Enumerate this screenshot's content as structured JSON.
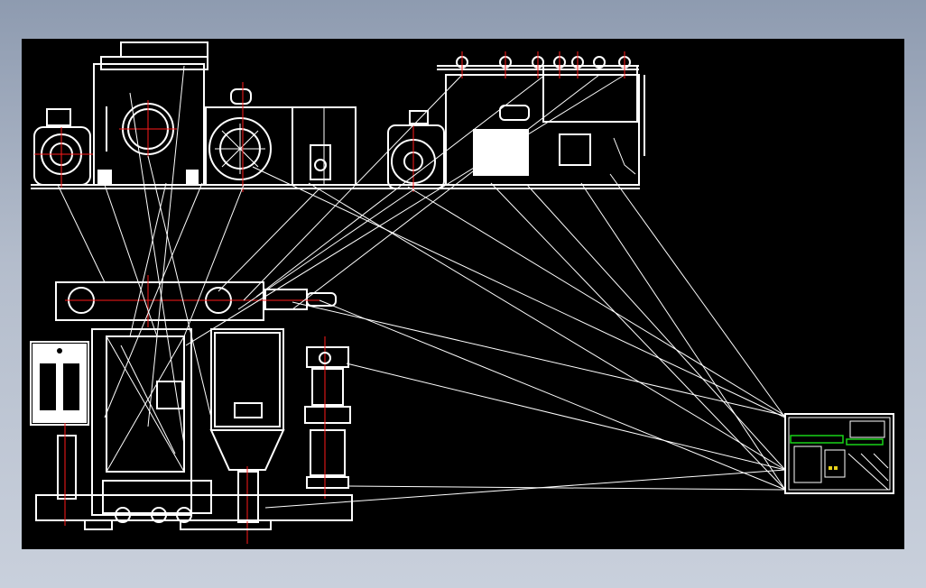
{
  "viewer": {
    "background": "#000000",
    "frame_gradient": [
      "#8e9bb0",
      "#c9d0dc"
    ],
    "line_color": "#ffffff",
    "centerline_color": "#ff1a1a",
    "highlight_color": "#19d219"
  },
  "drawing": {
    "views": [
      {
        "id": "top-assembly-view",
        "icon": "machine-elevation-icon"
      },
      {
        "id": "bottom-assembly-view",
        "icon": "machine-plan-icon"
      },
      {
        "id": "title-block-thumbnail",
        "icon": "sheet-thumbnail-icon"
      }
    ]
  }
}
